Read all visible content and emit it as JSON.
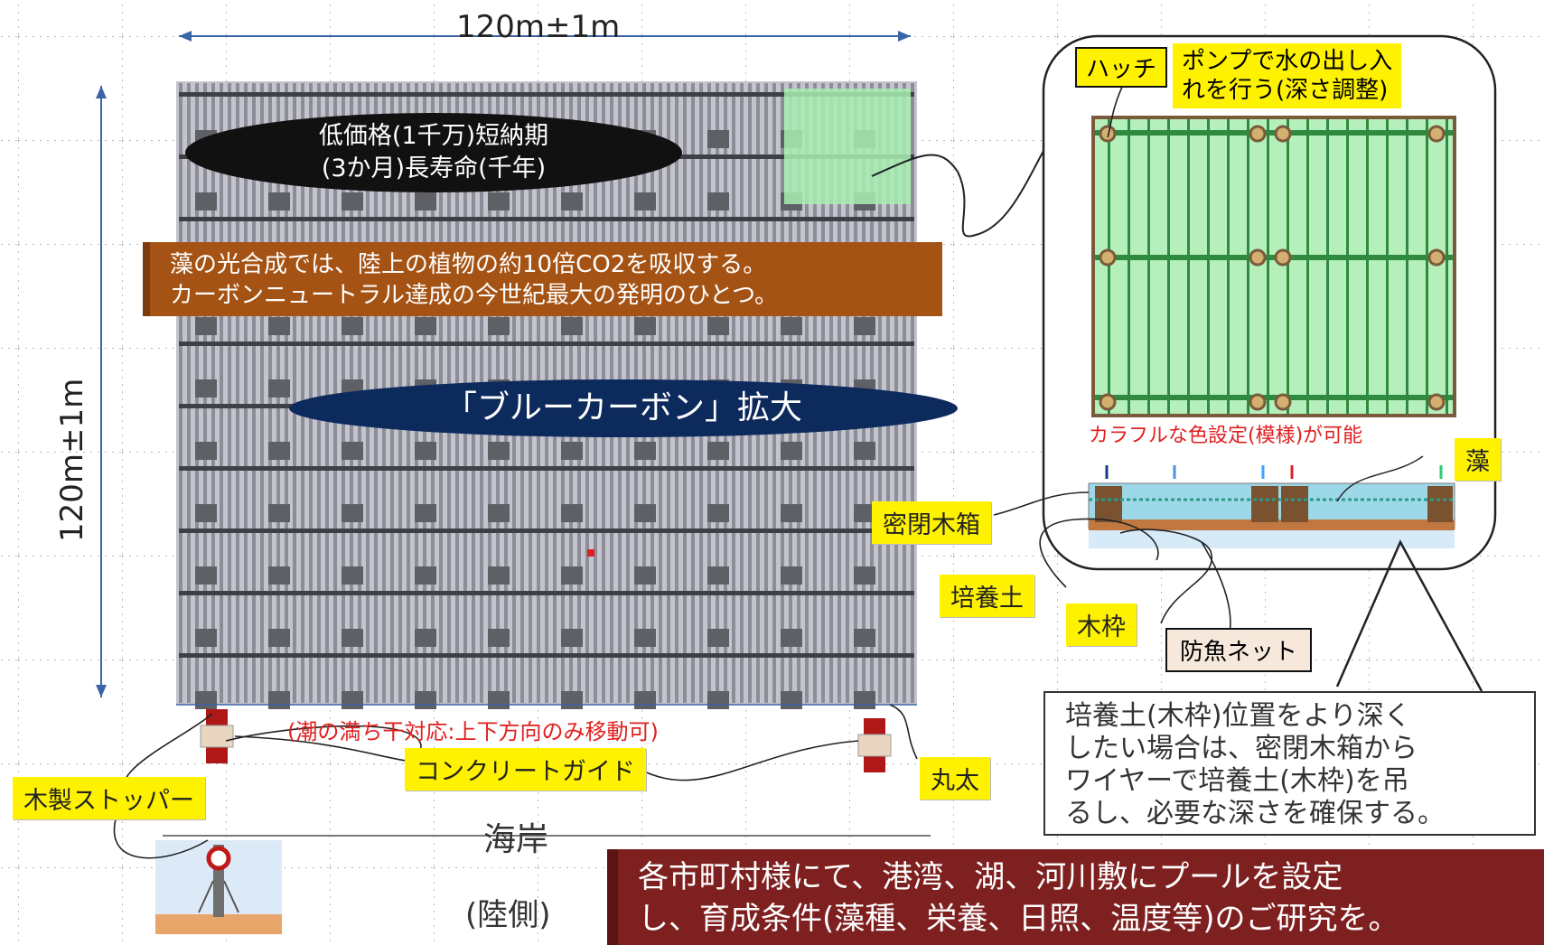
{
  "dimensions": {
    "width_label": "120m±1m",
    "height_label": "120m±1m"
  },
  "banners": {
    "price": {
      "line1": "低価格(1千万)短納期",
      "line2": "(3か月)長寿命(千年)"
    },
    "photosynthesis": {
      "line1": "藻の光合成では、陸上の植物の約10倍CO2を吸収する。",
      "line2": "カーボンニュートラル達成の今世紀最大の発明のひとつ。"
    },
    "blue_carbon": "「ブルーカーボン」拡大",
    "research": {
      "line1": "各市町村様にて、港湾、湖、河川敷にプールを設定",
      "line2": "し、育成条件(藻種、栄養、日照、温度等)のご研究を。"
    }
  },
  "detail": {
    "hatch": "ハッチ",
    "pump_note": {
      "line1": "ポンプで水の出し入",
      "line2": "れを行う(深さ調整)"
    },
    "colorful_note": "カラフルな色設定(模様)が可能",
    "algae": "藻",
    "sealed_box": "密閉木箱",
    "culture_soil": "培養土",
    "wood_frame": "木枠",
    "fish_net": "防魚ネット",
    "depth_note": {
      "line1": "培養土(木枠)位置をより深く",
      "line2": "したい場合は、密閉木箱から",
      "line3": "ワイヤーで培養土(木枠)を吊",
      "line4": "るし、必要な深さを確保する。"
    }
  },
  "shore": {
    "tide_note": "(潮の満ち干対応:上下方向のみ移動可)",
    "concrete_guide": "コンクリートガイド",
    "wooden_stopper": "木製ストッパー",
    "log": "丸太",
    "coast": "海岸",
    "land_side": "(陸側)"
  },
  "colors": {
    "grid_bar": "#9a9aa8",
    "grid_node": "#5f5f66",
    "light_green": "#a8efb0",
    "banner_orange": "#a55314",
    "banner_navy": "#0d2a5c",
    "banner_maroon": "#7f2020",
    "label_yellow": "#fff200",
    "note_red": "#e02020"
  }
}
